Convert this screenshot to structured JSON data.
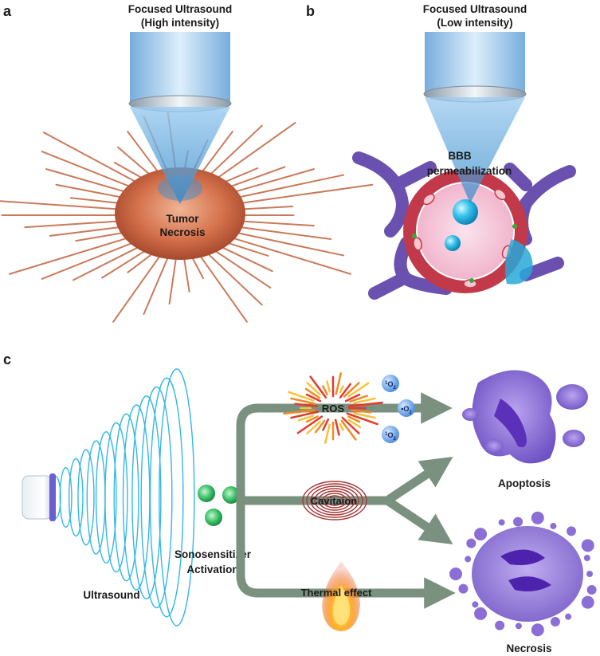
{
  "panels": {
    "a": {
      "letter": "a",
      "title_line1": "Focused Ultrasound",
      "title_line2": "(High intensity)",
      "label_line1": "Tumor",
      "label_line2": "Necrosis"
    },
    "b": {
      "letter": "b",
      "title_line1": "Focused Ultrasound",
      "title_line2": "(Low intensity)",
      "label_line1": "BBB",
      "label_line2": "permeabilization"
    },
    "c": {
      "letter": "c",
      "source_label": "Ultrasound",
      "sensitizer_line1": "Sonosensitizer",
      "sensitizer_line2": "Activation",
      "paths": {
        "ros": "ROS",
        "cavitation": "Cavitaion",
        "thermal": "Thermal effect"
      },
      "species": {
        "singlet_oxygen_sup": "1",
        "singlet_oxygen_base": "O",
        "singlet_oxygen_sub": "2",
        "superoxide_dot": "•",
        "superoxide_base": "O",
        "superoxide_sub": "2"
      },
      "outcomes": {
        "apoptosis": "Apoptosis",
        "necrosis": "Necrosis"
      }
    }
  },
  "colors": {
    "beam_blue": "#8fc2ea",
    "tumor_orange": "#d9744a",
    "vessel_red": "#c23a4a",
    "astrocyte_purple": "#5a3fa8",
    "arrow_green": "#7a9180",
    "cell_purple": "#8b6fd6",
    "ultrasound_cyan": "#34b8e6"
  }
}
